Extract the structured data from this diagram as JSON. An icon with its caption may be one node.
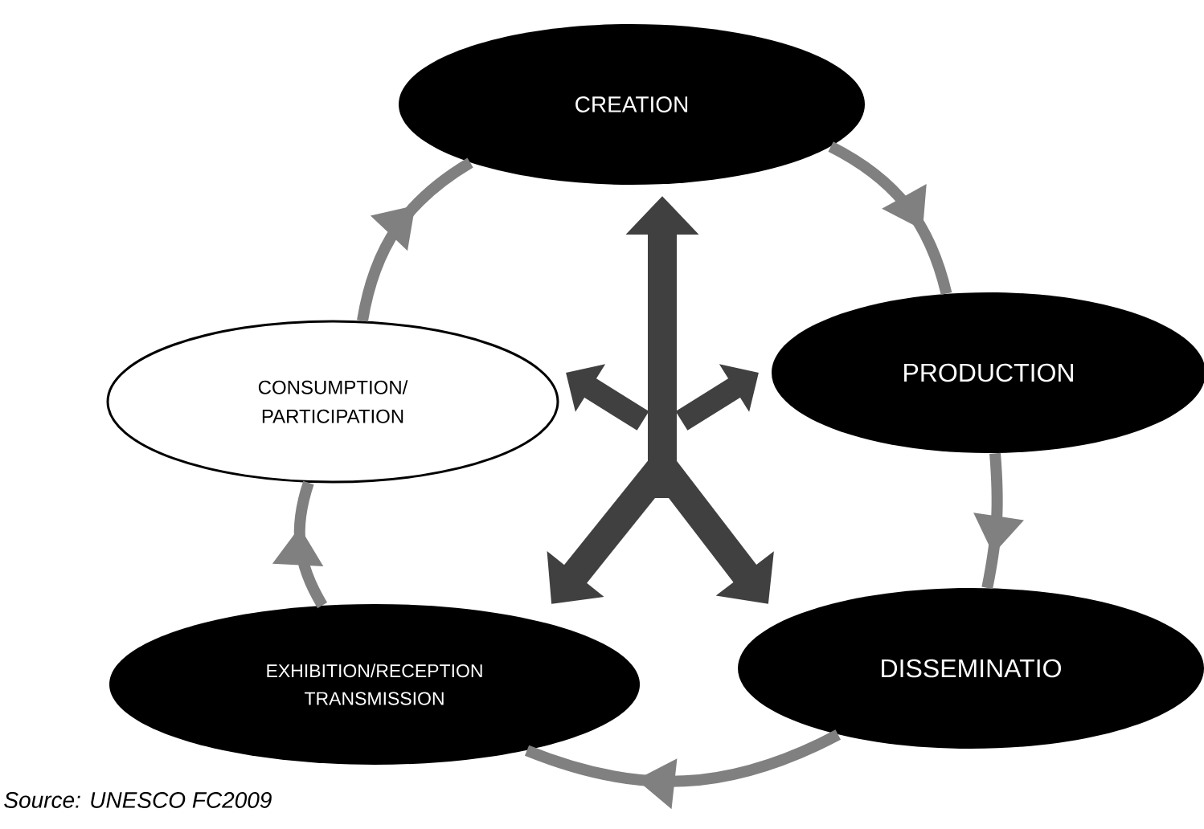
{
  "diagram": {
    "nodes": [
      {
        "text": [
          "CREATION"
        ]
      },
      {
        "text": [
          "PRODUCTION"
        ]
      },
      {
        "text": [
          "DISSEMINATIO"
        ]
      },
      {
        "text": [
          "EXHIBITION/RECEPTION TRANSMISSION"
        ]
      },
      {
        "text": [
          "CONSUMPTION/ PARTICIPATION"
        ]
      }
    ],
    "edges": [
      {
        "from": 0,
        "to": 1,
        "arrow": "to"
      },
      {
        "from": 1,
        "to": 2,
        "arrow": "to"
      },
      {
        "from": 2,
        "to": 3,
        "arrow": "to"
      },
      {
        "from": 3,
        "to": 4,
        "arrow": "to"
      },
      {
        "from": 4,
        "to": 0,
        "arrow": "to"
      }
    ],
    "labels": [
      "Source: UNESCO FC2009"
    ]
  }
}
